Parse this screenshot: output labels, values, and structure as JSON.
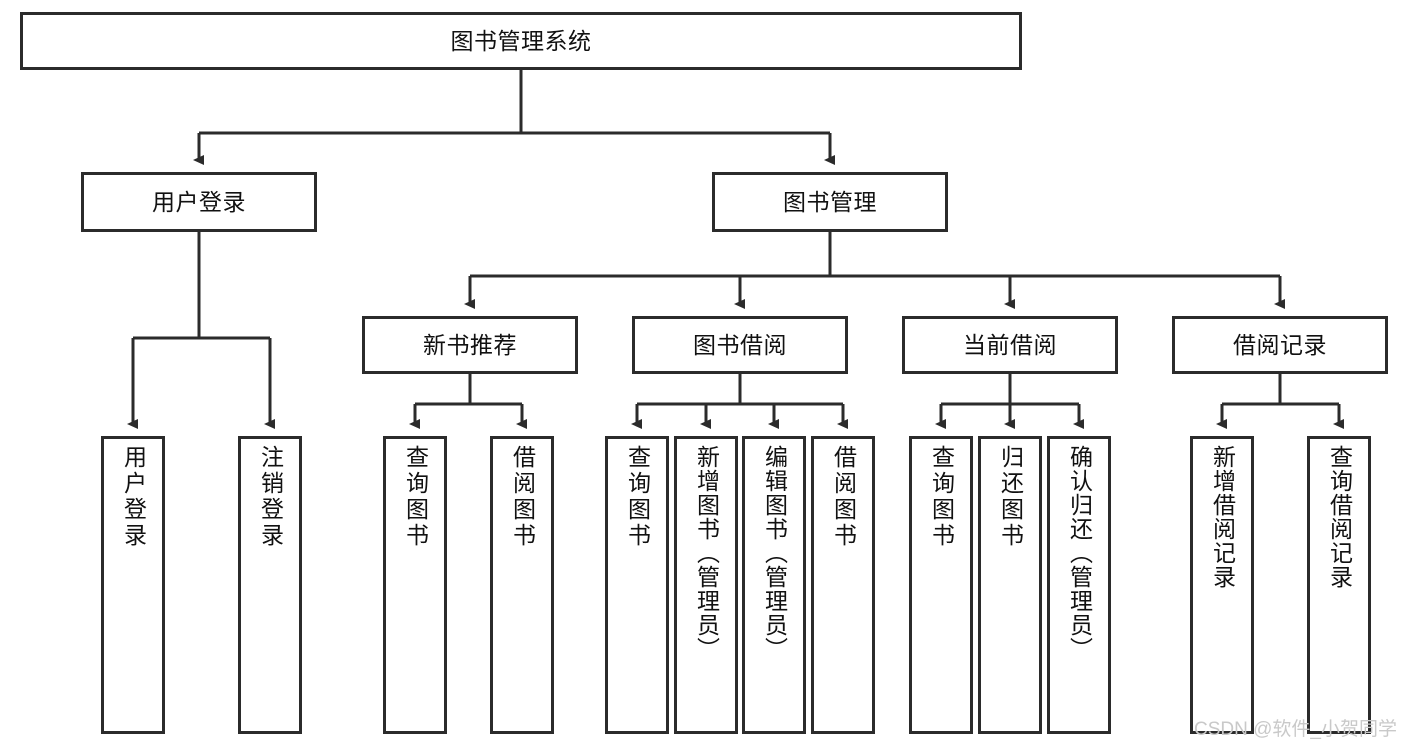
{
  "diagram": {
    "title_node": {
      "id": "root",
      "label": "图书管理系统"
    },
    "level2": [
      {
        "id": "login",
        "label": "用户登录"
      },
      {
        "id": "bookmgmt",
        "label": "图书管理"
      }
    ],
    "level3": [
      {
        "id": "newbook",
        "label": "新书推荐"
      },
      {
        "id": "borrow",
        "label": "图书借阅"
      },
      {
        "id": "current",
        "label": "当前借阅"
      },
      {
        "id": "records",
        "label": "借阅记录"
      }
    ],
    "leaves": [
      {
        "id": "leaf-1",
        "label": "用户登录",
        "parent": "login"
      },
      {
        "id": "leaf-2",
        "label": "注销登录",
        "parent": "login"
      },
      {
        "id": "leaf-3",
        "label": "查询图书",
        "parent": "newbook"
      },
      {
        "id": "leaf-4",
        "label": "借阅图书",
        "parent": "newbook"
      },
      {
        "id": "leaf-5",
        "label": "查询图书",
        "parent": "borrow"
      },
      {
        "id": "leaf-6",
        "label": "新增图书（管理员）",
        "parent": "borrow"
      },
      {
        "id": "leaf-7",
        "label": "编辑图书（管理员）",
        "parent": "borrow"
      },
      {
        "id": "leaf-8",
        "label": "借阅图书",
        "parent": "borrow"
      },
      {
        "id": "leaf-9",
        "label": "查询图书",
        "parent": "current"
      },
      {
        "id": "leaf-10",
        "label": "归还图书",
        "parent": "current"
      },
      {
        "id": "leaf-11",
        "label": "确认归还（管理员）",
        "parent": "current"
      },
      {
        "id": "leaf-12",
        "label": "新增借阅记录",
        "parent": "records"
      },
      {
        "id": "leaf-13",
        "label": "查询借阅记录",
        "parent": "records"
      }
    ],
    "watermark": "CSDN @软件_小贺同学",
    "colors": {
      "stroke": "#2b2b2b",
      "fill": "#ffffff",
      "text": "#111111",
      "watermark": "#c9c9c9"
    }
  }
}
